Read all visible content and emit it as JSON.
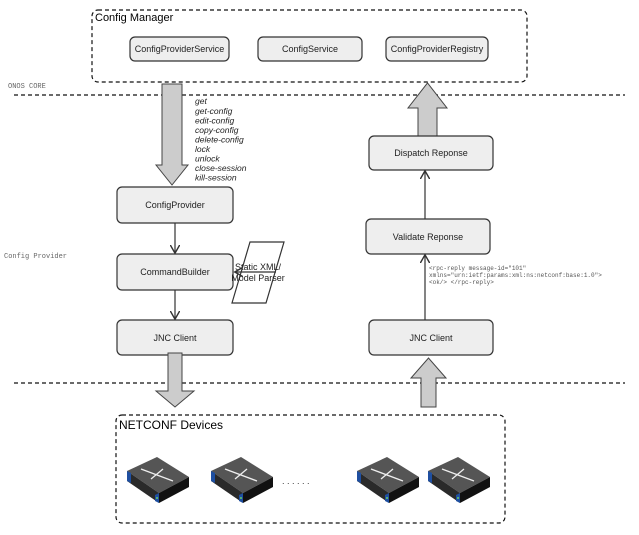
{
  "config_manager": {
    "title": "Config Manager",
    "services": [
      "ConfigProviderService",
      "ConfigService",
      "ConfigProviderRegistry"
    ]
  },
  "layers": {
    "onos_core": "ONOS CORE",
    "config_provider": "Config Provider"
  },
  "operations": [
    "get",
    "get-config",
    "edit-config",
    "copy-config",
    "delete-config",
    "lock",
    "unlock",
    "close-session",
    "kill-session"
  ],
  "left_flow": {
    "config_provider": "ConfigProvider",
    "command_builder": "CommandBuilder",
    "jnc_client": "JNC Client"
  },
  "parser": {
    "line1": "Static XML/",
    "line2": "Model Parser"
  },
  "right_flow": {
    "dispatch": "Dispatch Reponse",
    "validate": "Validate Reponse",
    "jnc_client": "JNC Client"
  },
  "rpc_reply": [
    "<rpc-reply message-id=\"101\"",
    "xmlns=\"urn:ietf:params:xml:ns:netconf:base:1.0\">",
    "<ok/> </rpc-reply>"
  ],
  "devices": {
    "title": "NETCONF Devices",
    "ellipsis": ". . . . . .",
    "count_shown": 4,
    "icon": "network-switch-icon"
  }
}
